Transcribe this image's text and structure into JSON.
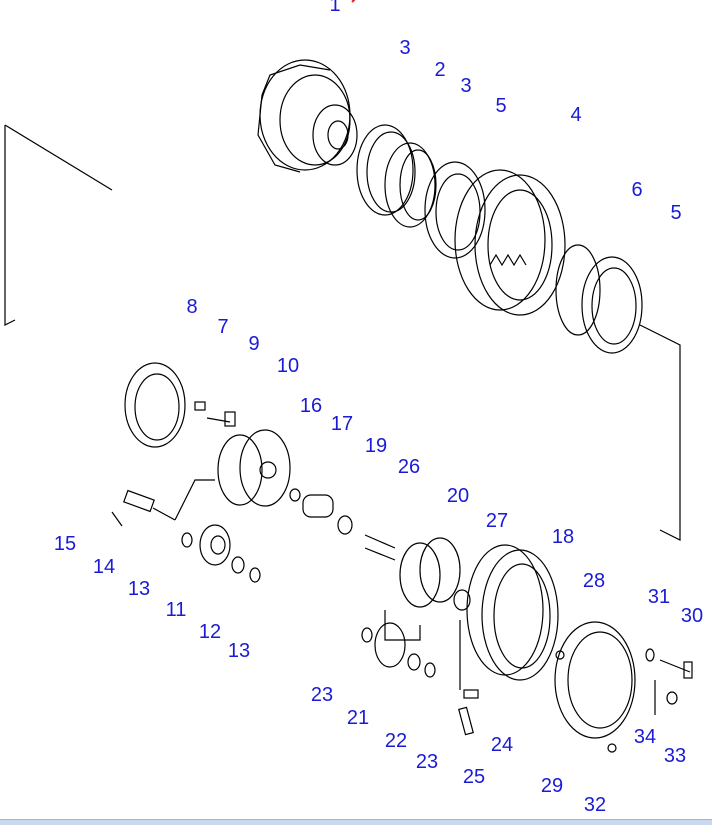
{
  "diagram": {
    "callouts": [
      "1",
      "3",
      "2",
      "3",
      "5",
      "4",
      "6",
      "5",
      "8",
      "7",
      "9",
      "10",
      "16",
      "17",
      "19",
      "26",
      "20",
      "27",
      "18",
      "28",
      "31",
      "30",
      "15",
      "14",
      "13",
      "11",
      "12",
      "13",
      "23",
      "21",
      "22",
      "23",
      "24",
      "25",
      "29",
      "34",
      "33",
      "32"
    ],
    "label_color": "#1b1bd6",
    "arrow_color": "#e02020"
  }
}
